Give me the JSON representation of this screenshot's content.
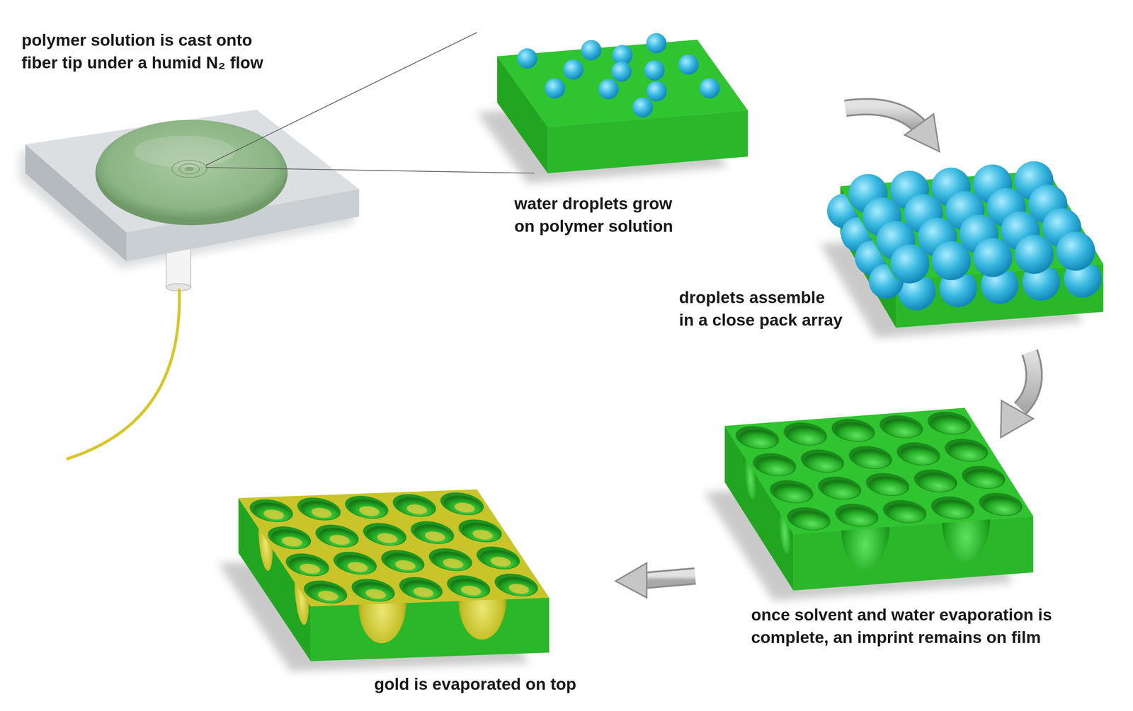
{
  "diagram": {
    "labels": [
      "polymer solution is cast onto fiber tip under a humid N₂ flow",
      "water droplets grow on polymer solution",
      "droplets assemble in a close pack array",
      "once solvent and water evaporation is complete, an imprint remains on film",
      "gold is evaporated on top"
    ]
  }
}
